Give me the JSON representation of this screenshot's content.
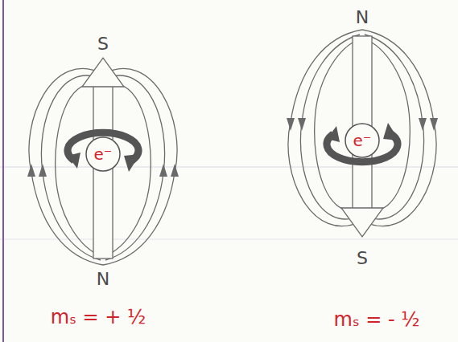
{
  "diagram": {
    "labels": [
      "S",
      "e⁻",
      "N",
      "mₛ = + ½",
      "N",
      "e⁻",
      "S",
      "mₛ = - ½"
    ]
  }
}
